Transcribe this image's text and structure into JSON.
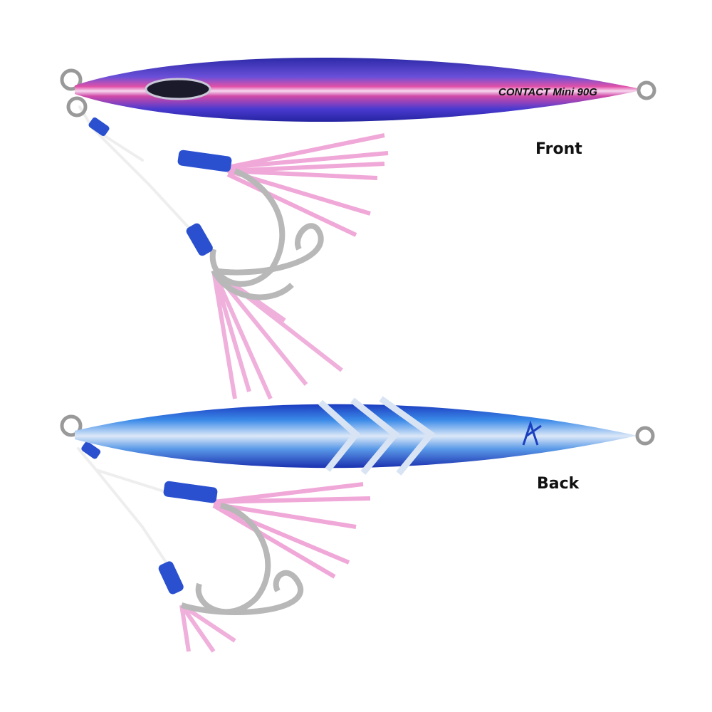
{
  "product": {
    "brand_text": "CONTACT Mini 90G",
    "views": [
      {
        "label": "Front",
        "body_color": "#3a2fc0",
        "stripe_color": "#e04aa8"
      },
      {
        "label": "Back",
        "body_color": "#2a55d8",
        "stripe_color": "#c8d8f0"
      }
    ],
    "colors": {
      "skirt": "#f0a8d8",
      "sleeve": "#2a50d0",
      "hook": "#b8b8b8"
    }
  }
}
